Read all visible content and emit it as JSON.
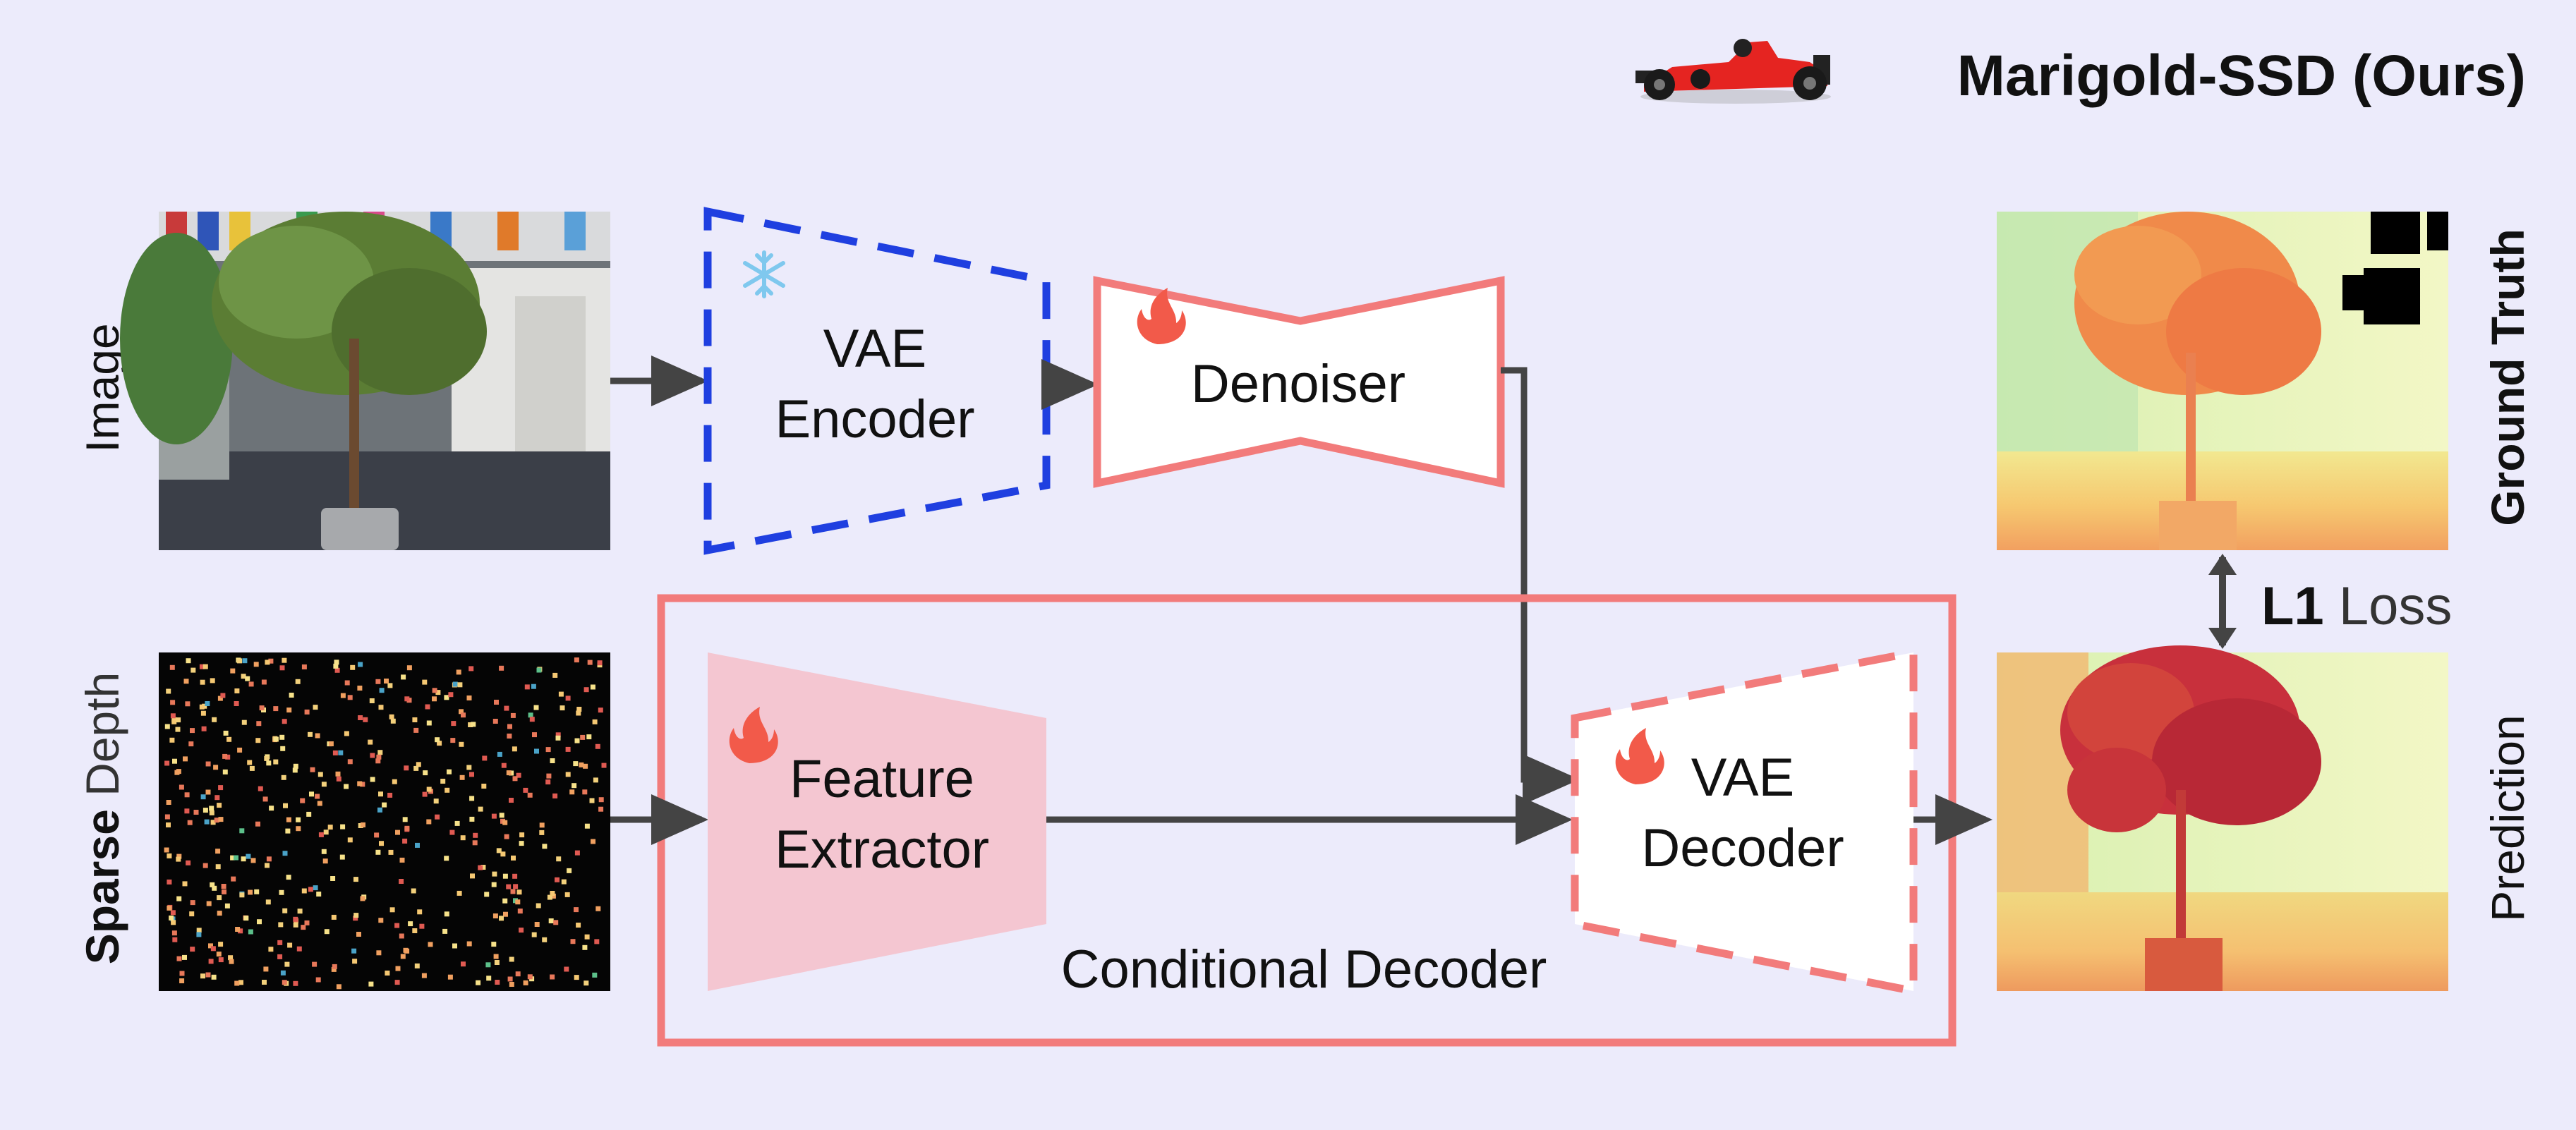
{
  "header": {
    "title": "Marigold-SSD (Ours)"
  },
  "labels": {
    "image_row": "Image",
    "sparse_bold": "Sparse",
    "sparse_rest": " Depth",
    "ground_truth": "Ground Truth",
    "prediction": "Prediction",
    "loss_bold": "L1",
    "loss_rest": " Loss",
    "conditional_decoder": "Conditional Decoder"
  },
  "blocks": {
    "vae_encoder": {
      "line1": "VAE",
      "line2": "Encoder",
      "state": "frozen",
      "icon": "snowflake-icon"
    },
    "denoiser": {
      "line1": "Denoiser",
      "state": "trainable",
      "icon": "flame-icon"
    },
    "feature_extractor": {
      "line1": "Feature",
      "line2": "Extractor",
      "state": "trainable",
      "icon": "flame-icon"
    },
    "vae_decoder": {
      "line1": "VAE",
      "line2": "Decoder",
      "state": "trainable",
      "icon": "flame-icon"
    }
  },
  "colors": {
    "background": "#ecebfb",
    "frozen": "#1f3fe0",
    "trainable": "#f27b7b",
    "feature_fill": "#f4c6d1",
    "arrow": "#444444"
  },
  "icons": {
    "header": "race-car-icon"
  }
}
